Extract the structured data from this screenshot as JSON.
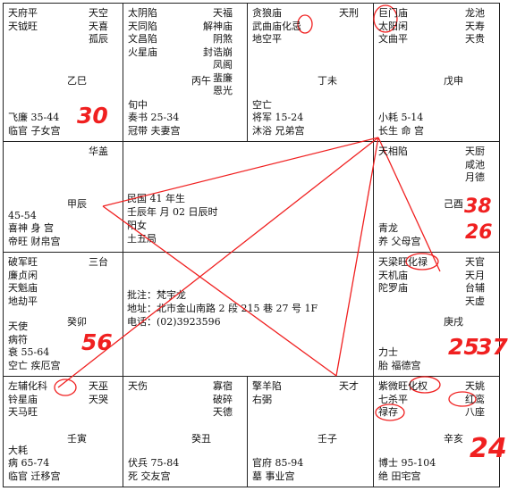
{
  "palaces": [
    {
      "id": "si",
      "major_left": [
        "天府平",
        "天钺旺"
      ],
      "major_right": [
        "天空",
        "天喜",
        "孤辰"
      ],
      "branch": "乙巳",
      "bottom": [
        "飞廉  35-44",
        "临官  子女宫"
      ]
    },
    {
      "id": "wu",
      "major_left": [
        "太阴陷",
        "天同陷",
        "文昌陷",
        "火星庙"
      ],
      "major_right": [
        "天福",
        "解神庙",
        "阴煞",
        "封诰崩",
        "凤阁",
        "蜚廉",
        "恩光"
      ],
      "branch": "丙午",
      "bottom": [
        "旬中",
        "奏书   25-34",
        "冠带   夫妻宫"
      ]
    },
    {
      "id": "wei",
      "major_left": [
        "贪狼庙",
        "武曲庙化忌",
        "地空平"
      ],
      "major_right": [
        "天刑"
      ],
      "branch": "丁未",
      "bottom": [
        "空亡",
        "将军   15-24",
        "沐浴   兄弟宫"
      ]
    },
    {
      "id": "shen",
      "major_left": [
        "巨门庙",
        "太阳闲",
        "文曲平"
      ],
      "major_right": [
        "龙池",
        "天寿",
        "天贵"
      ],
      "branch": "戊申",
      "bottom": [
        "小耗     5-14",
        "长生     命  宫"
      ]
    },
    {
      "id": "chen",
      "major_left": [],
      "major_right": [
        "华盖"
      ],
      "branch": "甲辰",
      "bottom": [
        "45-54",
        "喜神    身  宫",
        "帝旺    财帛宫"
      ]
    },
    {
      "id": "you",
      "major_left": [
        "天相陷"
      ],
      "major_right": [
        "天厨",
        "咸池",
        "月德"
      ],
      "branch": "己酉",
      "bottom": [
        "青龙",
        "养        父母宫"
      ]
    },
    {
      "id": "mao",
      "major_left": [
        "破军旺",
        "廉贞闲",
        "天魁庙",
        "地劫平"
      ],
      "major_right": [
        "三台"
      ],
      "branch": "癸卯",
      "bottom": [
        "天使",
        "病符",
        "衰     55-64",
        "空亡   疾厄宫"
      ]
    },
    {
      "id": "xu",
      "major_left": [
        "天梁旺化禄",
        "天机庙",
        "陀罗庙"
      ],
      "major_right": [
        "天官",
        "天月",
        "台辅",
        "天虚"
      ],
      "branch": "庚戌",
      "bottom": [
        "力士",
        "胎      福德宫"
      ]
    },
    {
      "id": "yin",
      "major_left": [
        "左辅化科",
        "铃星庙",
        "天马旺"
      ],
      "major_right": [
        "天巫",
        "天哭"
      ],
      "branch": "壬寅",
      "bottom": [
        "大耗",
        "病      65-74",
        "临官  迁移宫"
      ]
    },
    {
      "id": "chou",
      "major_left": [
        "天伤"
      ],
      "major_right": [
        "寡宿",
        "破碎",
        "天德"
      ],
      "branch": "癸丑",
      "bottom": [
        "伏兵   75-84",
        "死     交友宫"
      ]
    },
    {
      "id": "zi",
      "major_left": [
        "擎羊陷",
        "右弼"
      ],
      "major_right": [
        "天才"
      ],
      "branch": "壬子",
      "bottom": [
        "官府   85-94",
        "墓     事业宫"
      ]
    },
    {
      "id": "hai",
      "major_left": [
        "紫微旺化权",
        "七杀平",
        "禄存"
      ],
      "major_right": [
        "天姚",
        "红鸾",
        "八座"
      ],
      "branch": "辛亥",
      "bottom": [
        "博士    95-104",
        "绝     田宅宫"
      ]
    }
  ],
  "center": {
    "birth": [
      "民国 41 年生",
      "壬辰年 月 02 日辰时",
      "阳女",
      "土五局"
    ],
    "note": [
      "批注：梵宇龙",
      "地址：北市金山南路 2 段 215 巷 27 号 1F",
      "电话：(02)3923596"
    ]
  },
  "handwriting": {
    "n30": "30",
    "n38": "38",
    "n26": "26",
    "n56": "56",
    "n25": "25",
    "n37": "37",
    "n24": "24"
  },
  "colors": {
    "ink": "#f02020",
    "grid": "#222222",
    "text": "#111111"
  }
}
